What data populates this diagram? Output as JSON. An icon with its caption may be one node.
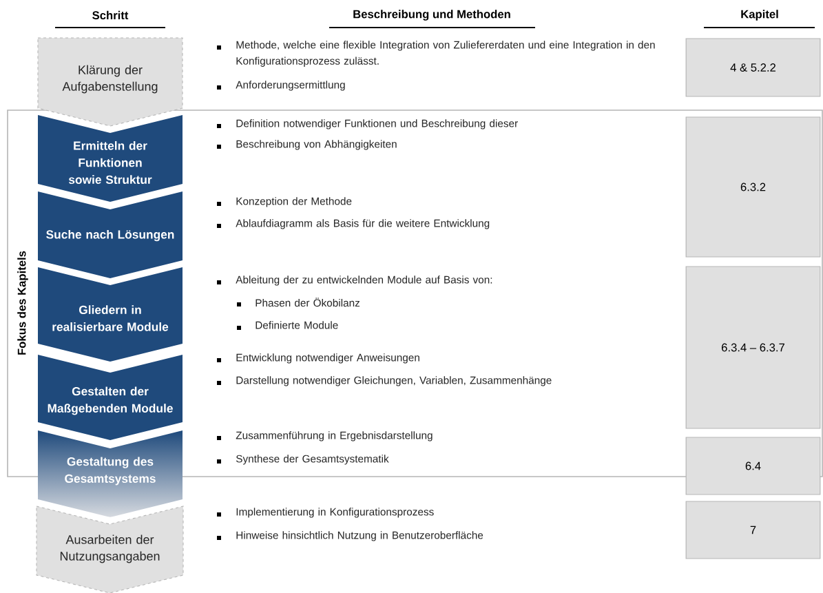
{
  "diagram": {
    "nodes": [
      {
        "text": [
          "Klärung der Aufgabenstellung"
        ]
      },
      {
        "text": [
          "Fokus des Kapitels"
        ]
      },
      {
        "text": [
          "Ermitteln der Funktionen sowie Struktur"
        ],
        "in": 1
      },
      {
        "text": [
          "Suche nach Lösungen"
        ],
        "in": 1
      },
      {
        "text": [
          "Gliedern in realisierbare Module"
        ],
        "in": 1
      },
      {
        "text": [
          "Gestalten der Maßgebenden Module"
        ],
        "in": 1
      },
      {
        "text": [
          "Gestaltung des Gesamtsystems"
        ]
      },
      {
        "text": [
          "Ausarbeiten der Nutzungsangaben"
        ]
      },
      {
        "text": [
          "4 & 5.2.2"
        ]
      },
      {
        "text": [
          "6.3.2"
        ],
        "in": 1
      },
      {
        "text": [
          "6.3.4 – 6.3.7"
        ],
        "in": 1
      },
      {
        "text": [
          "6.4"
        ]
      },
      {
        "text": [
          "7"
        ]
      }
    ],
    "labels": [
      "Schritt",
      "Beschreibung und Methoden",
      "Kapitel",
      "Methode, welche eine flexible Integration von Zuliefererdaten und eine Integration in den Konfigurationsprozess zulässt.",
      "Anforderungsermittlung",
      "Definition notwendiger Funktionen und Beschreibung dieser",
      "Beschreibung von Abhängigkeiten",
      "Konzeption der Methode",
      "Ablaufdiagramm als Basis für die weitere Entwicklung",
      "Ableitung der zu entwickelnden Module auf Basis von:",
      "Phasen der Ökobilanz",
      "Definierte Module",
      "Entwicklung notwendiger Anweisungen",
      "Darstellung notwendiger Gleichungen, Variablen, Zusammenhänge",
      "Zusammenführung in Ergebnisdarstellung",
      "Synthese der Gesamtsystematik",
      "Implementierung in Konfigurationsprozess",
      "Hinweise hinsichtlich Nutzung in Benutzeroberfläche"
    ]
  }
}
